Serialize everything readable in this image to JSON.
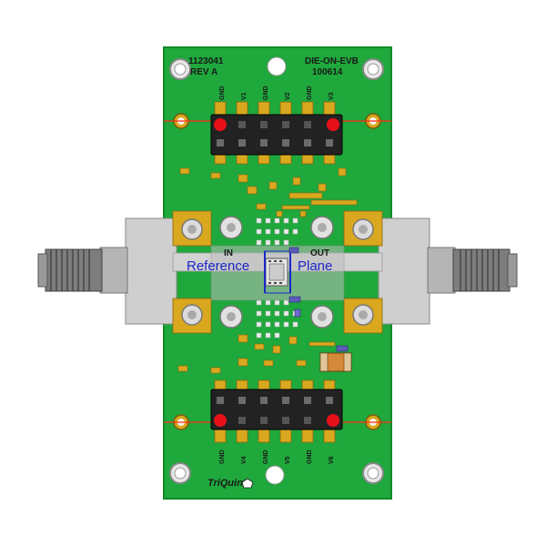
{
  "board": {
    "part_number": "1123041",
    "revision": "REV A",
    "board_name": "DIE-ON-EVB",
    "date_code": "100614",
    "logo_text": "TriQuint",
    "port_in_label": "IN",
    "port_out_label": "OUT",
    "reference_left": "Reference",
    "reference_right": "Plane"
  },
  "top_header": {
    "pins": [
      "GND",
      "V1",
      "GND",
      "V2",
      "GND",
      "V3"
    ],
    "active_pins": [
      1,
      6
    ]
  },
  "bottom_header": {
    "pins": [
      "GND",
      "V4",
      "GND",
      "V5",
      "GND",
      "V6"
    ],
    "active_pins": [
      1,
      6
    ]
  },
  "colors": {
    "pcb": "#1fa83c",
    "pcb_edge": "#138a2a",
    "pad_gold": "#d9a81e",
    "connector_body": "#c9c9c9",
    "header_black": "#222222",
    "pin_marker": "#e8101a",
    "reference_plane": "#1b27c8",
    "signal_line": "#ff2a1a"
  }
}
